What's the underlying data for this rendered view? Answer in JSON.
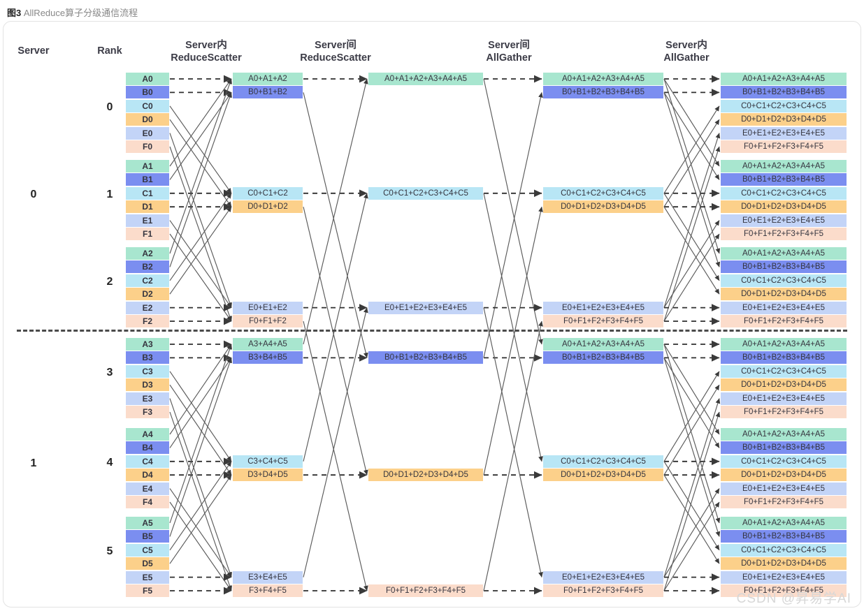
{
  "caption": {
    "figure": "图3",
    "text": "AllReduce算子分级通信流程"
  },
  "watermark": "CSDN @昇易学AI",
  "headers": [
    {
      "name": "server",
      "line1": "Server",
      "line2": ""
    },
    {
      "name": "rank",
      "line1": "Rank",
      "line2": ""
    },
    {
      "name": "intra-reducescatter",
      "line1": "Server内",
      "line2": "ReduceScatter"
    },
    {
      "name": "inter-reducescatter",
      "line1": "Server间",
      "line2": "ReduceScatter"
    },
    {
      "name": "inter-allgather",
      "line1": "Server间",
      "line2": "AllGather"
    },
    {
      "name": "intra-allgather",
      "line1": "Server内",
      "line2": "AllGather"
    }
  ],
  "servers": [
    {
      "label": "0"
    },
    {
      "label": "1"
    }
  ],
  "ranks": [
    {
      "label": "0"
    },
    {
      "label": "1"
    },
    {
      "label": "2"
    },
    {
      "label": "3"
    },
    {
      "label": "4"
    },
    {
      "label": "5"
    }
  ],
  "colors": {
    "A": "#a8e6cf",
    "B": "#7b8ef0",
    "C": "#b8e6f5",
    "D": "#fcd08a",
    "E": "#c3d4f7",
    "F": "#fbdccb",
    "accent_line": "#5a5a5a",
    "divider": "#4a4a4a",
    "watermark": "#d7d7d7"
  },
  "columns": {
    "initial": {
      "rank0": [
        "A0",
        "B0",
        "C0",
        "D0",
        "E0",
        "F0"
      ],
      "rank1": [
        "A1",
        "B1",
        "C1",
        "D1",
        "E1",
        "F1"
      ],
      "rank2": [
        "A2",
        "B2",
        "C2",
        "D2",
        "E2",
        "F2"
      ],
      "rank3": [
        "A3",
        "B3",
        "C3",
        "D3",
        "E3",
        "F3"
      ],
      "rank4": [
        "A4",
        "B4",
        "C4",
        "D4",
        "E4",
        "F4"
      ],
      "rank5": [
        "A5",
        "B5",
        "C5",
        "D5",
        "E5",
        "F5"
      ]
    },
    "intra_reducescatter": {
      "rank0": [
        "A0+A1+A2",
        "B0+B1+B2"
      ],
      "rank1": [
        "C0+C1+C2",
        "D0+D1+D2"
      ],
      "rank2": [
        "E0+E1+E2",
        "F0+F1+F2"
      ],
      "rank3": [
        "A3+A4+A5",
        "B3+B4+B5"
      ],
      "rank4": [
        "C3+C4+C5",
        "D3+D4+D5"
      ],
      "rank5": [
        "E3+E4+E5",
        "F3+F4+F5"
      ]
    },
    "inter_reducescatter": {
      "rank0": [
        "A0+A1+A2+A3+A4+A5"
      ],
      "rank1": [
        "C0+C1+C2+C3+C4+C5"
      ],
      "rank2": [
        "E0+E1+E2+E3+E4+E5"
      ],
      "rank3": [
        "B0+B1+B2+B3+B4+B5"
      ],
      "rank4": [
        "D0+D1+D2+D3+D4+D5"
      ],
      "rank5": [
        "F0+F1+F2+F3+F4+F5"
      ]
    },
    "inter_allgather": {
      "rank0": [
        "A0+A1+A2+A3+A4+A5",
        "B0+B1+B2+B3+B4+B5"
      ],
      "rank1": [
        "C0+C1+C2+C3+C4+C5",
        "D0+D1+D2+D3+D4+D5"
      ],
      "rank2": [
        "E0+E1+E2+E3+E4+E5",
        "F0+F1+F2+F3+F4+F5"
      ],
      "rank3": [
        "A0+A1+A2+A3+A4+A5",
        "B0+B1+B2+B3+B4+B5"
      ],
      "rank4": [
        "C0+C1+C2+C3+C4+C5",
        "D0+D1+D2+D3+D4+D5"
      ],
      "rank5": [
        "E0+E1+E2+E3+E4+E5",
        "F0+F1+F2+F3+F4+F5"
      ]
    },
    "intra_allgather": {
      "rank0": [
        "A0+A1+A2+A3+A4+A5",
        "B0+B1+B2+B3+B4+B5",
        "C0+C1+C2+C3+C4+C5",
        "D0+D1+D2+D3+D4+D5",
        "E0+E1+E2+E3+E4+E5",
        "F0+F1+F2+F3+F4+F5"
      ],
      "rank1": [
        "A0+A1+A2+A3+A4+A5",
        "B0+B1+B2+B3+B4+B5",
        "C0+C1+C2+C3+C4+C5",
        "D0+D1+D2+D3+D4+D5",
        "E0+E1+E2+E3+E4+E5",
        "F0+F1+F2+F3+F4+F5"
      ],
      "rank2": [
        "A0+A1+A2+A3+A4+A5",
        "B0+B1+B2+B3+B4+B5",
        "C0+C1+C2+C3+C4+C5",
        "D0+D1+D2+D3+D4+D5",
        "E0+E1+E2+E3+E4+E5",
        "F0+F1+F2+F3+F4+F5"
      ],
      "rank3": [
        "A0+A1+A2+A3+A4+A5",
        "B0+B1+B2+B3+B4+B5",
        "C0+C1+C2+C3+C4+C5",
        "D0+D1+D2+D3+D4+D5",
        "E0+E1+E2+E3+E4+E5",
        "F0+F1+F2+F3+F4+F5"
      ],
      "rank4": [
        "A0+A1+A2+A3+A4+A5",
        "B0+B1+B2+B3+B4+B5",
        "C0+C1+C2+C3+C4+C5",
        "D0+D1+D2+D3+D4+D5",
        "E0+E1+E2+E3+E4+E5",
        "F0+F1+F2+F3+F4+F5"
      ],
      "rank5": [
        "A0+A1+A2+A3+A4+A5",
        "B0+B1+B2+B3+B4+B5",
        "C0+C1+C2+C3+C4+C5",
        "D0+D1+D2+D3+D4+D5",
        "E0+E1+E2+E3+E4+E5",
        "F0+F1+F2+F3+F4+F5"
      ]
    }
  }
}
